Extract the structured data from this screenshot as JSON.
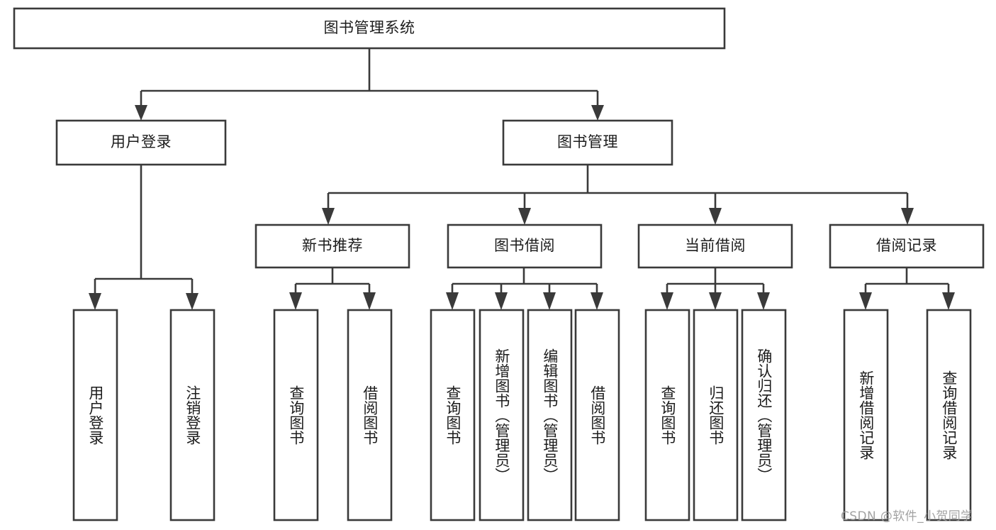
{
  "diagram": {
    "type": "hierarchy-tree",
    "title_node": {
      "id": "root",
      "label": "图书管理系统"
    },
    "level1": [
      {
        "id": "user-login",
        "label": "用户登录"
      },
      {
        "id": "book-manage",
        "label": "图书管理"
      }
    ],
    "level2": [
      {
        "id": "new-book-recommend",
        "label": "新书推荐",
        "parent": "book-manage"
      },
      {
        "id": "book-borrow",
        "label": "图书借阅",
        "parent": "book-manage"
      },
      {
        "id": "current-borrow",
        "label": "当前借阅",
        "parent": "book-manage"
      },
      {
        "id": "borrow-record",
        "label": "借阅记录",
        "parent": "book-manage"
      }
    ],
    "leaves": {
      "user-login": [
        {
          "id": "leaf-user-login",
          "label": "用户登录"
        },
        {
          "id": "leaf-logout-login",
          "label": "注销登录"
        }
      ],
      "new-book-recommend": [
        {
          "id": "leaf-query-book-1",
          "label": "查询图书"
        },
        {
          "id": "leaf-borrow-book-1",
          "label": "借阅图书"
        }
      ],
      "book-borrow": [
        {
          "id": "leaf-query-book-2",
          "label": "查询图书"
        },
        {
          "id": "leaf-add-book",
          "label": "新增图书（管理员）"
        },
        {
          "id": "leaf-edit-book",
          "label": "编辑图书（管理员）"
        },
        {
          "id": "leaf-borrow-book-2",
          "label": "借阅图书"
        }
      ],
      "current-borrow": [
        {
          "id": "leaf-query-book-3",
          "label": "查询图书"
        },
        {
          "id": "leaf-return-book",
          "label": "归还图书"
        },
        {
          "id": "leaf-confirm-return",
          "label": "确认归还（管理员）"
        }
      ],
      "borrow-record": [
        {
          "id": "leaf-add-record",
          "label": "新增借阅记录"
        },
        {
          "id": "leaf-query-record",
          "label": "查询借阅记录"
        }
      ]
    },
    "colors": {
      "stroke": "#3a3a3a",
      "fill": "#ffffff",
      "text": "#1c1c1c",
      "background": "#ffffff",
      "watermark": "#9b9b9b"
    }
  },
  "watermark": {
    "text": "CSDN @软件_小贺同学"
  }
}
